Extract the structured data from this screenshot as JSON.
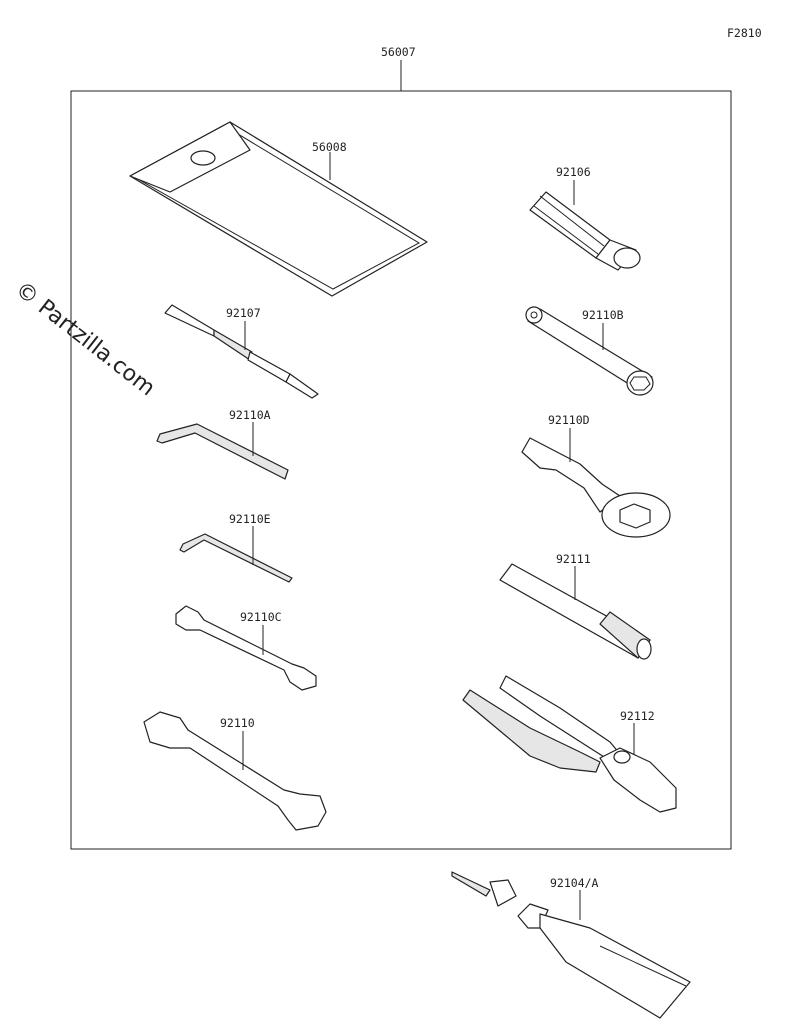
{
  "figure_code": "F2810",
  "watermark": "© Partzilla.com",
  "parts": {
    "p56007": "56007",
    "p56008": "56008",
    "p92106": "92106",
    "p92107": "92107",
    "p92110B": "92110B",
    "p92110A": "92110A",
    "p92110D": "92110D",
    "p92110E": "92110E",
    "p92111": "92111",
    "p92110C": "92110C",
    "p92110": "92110",
    "p92112": "92112",
    "p92104A": "92104/A"
  }
}
